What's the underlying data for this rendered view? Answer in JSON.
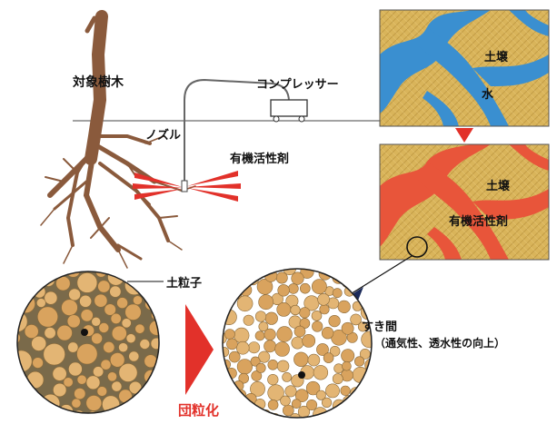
{
  "labels": {
    "tree": "対象樹木",
    "compressor": "コンプレッサー",
    "nozzle": "ノズル",
    "agent": "有機活性剤",
    "soil_top": "土壌",
    "water": "水",
    "soil_mid": "土壌",
    "agent_mid": "有機活性剤",
    "particle": "土粒子",
    "gap": "すき間",
    "gap_note": "（通気性、透水性の向上）",
    "aggregate": "団粒化"
  },
  "colors": {
    "soil": "#d9b45a",
    "water": "#3a8fd0",
    "agent": "#e8553a",
    "arrow_red": "#e2312a",
    "trunk": "#8a5a3c",
    "particle": "#d9a35e"
  }
}
